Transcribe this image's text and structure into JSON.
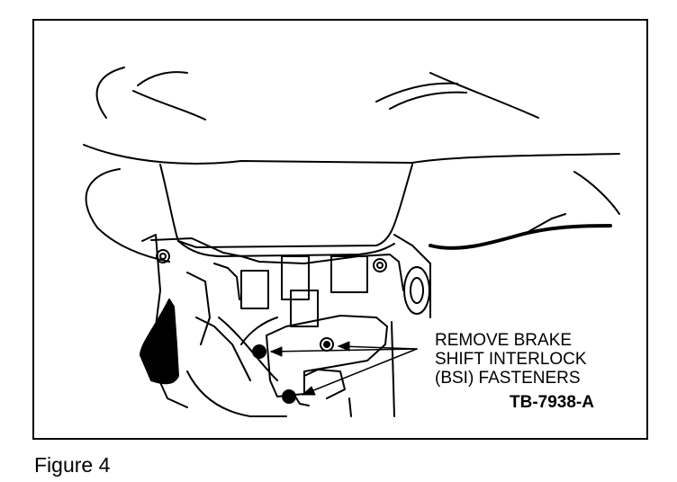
{
  "figure": {
    "caption": "Figure 4",
    "drawing_code": "TB-7938-A",
    "callout_lines": [
      "REMOVE BRAKE",
      "SHIFT INTERLOCK",
      "(BSI) FASTENERS"
    ]
  }
}
